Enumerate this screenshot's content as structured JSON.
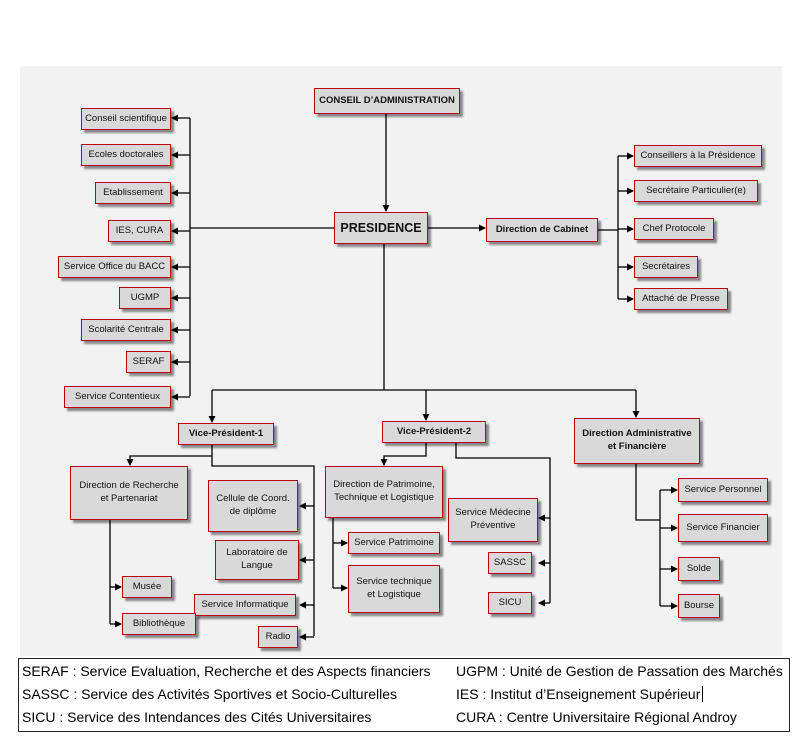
{
  "org_chart": {
    "top": "CONSEIL D’ADMINISTRATION",
    "center": "PRESIDENCE",
    "left_units": [
      "Conseil scientifique",
      "Ecoles doctorales",
      "Etablissement",
      "IES, CURA",
      "Service Office du BACC",
      "UGMP",
      "Scolarité Centrale",
      "SERAF",
      "Service Contentieux"
    ],
    "cabinet": {
      "title": "Direction de Cabinet",
      "units": [
        "Conseillers à la Présidence",
        "Secrétaire Particulier(e)",
        "Chef Protocole",
        "Secrétaires",
        "Attaché de Presse"
      ]
    },
    "vp1": {
      "title": "Vice-Président-1",
      "research": "Direction de Recherche\net Partenariat",
      "research_units": [
        "Musée",
        "Bibliothèque"
      ],
      "units": [
        "Cellule de Coord.\nde diplôme",
        "Laboratoire de\nLangue",
        "Service Informatique",
        "Radio"
      ]
    },
    "vp2": {
      "title": "Vice-Président-2",
      "patrimoine": "Direction de Patrimoine,\nTechnique et Logistique",
      "patrimoine_units": [
        "Service Patrimoine",
        "Service technique\net Logistique"
      ],
      "units": [
        "Service Médecine\nPréventive",
        "SASSC",
        "SICU"
      ]
    },
    "daf": {
      "title": "Direction Administrative\net Financière",
      "units": [
        "Service Personnel",
        "Service Financier",
        "Solde",
        "Bourse"
      ]
    }
  },
  "legend": [
    "SERAF : Service Evaluation, Recherche et des Aspects financiers",
    "UGPM : Unité de Gestion de Passation des Marchés",
    "SASSC : Service des Activités Sportives et Socio-Culturelles",
    "IES : Institut d’Enseignement Supérieur",
    "SICU : Service des Intendances des Cités Universitaires",
    "CURA : Centre Universitaire Régional Androy"
  ],
  "colors": {
    "box_fill": "#d9d9d9",
    "box_border": "#c00000",
    "connector": "#000000",
    "background": "#f2f2f2"
  }
}
